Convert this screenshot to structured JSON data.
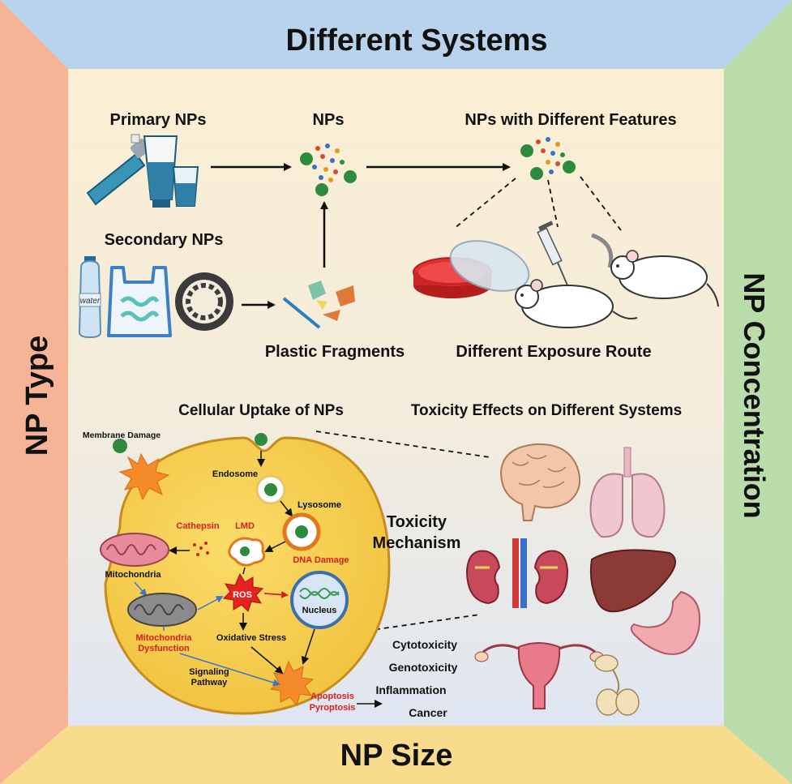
{
  "frame": {
    "top": "Different Systems",
    "bottom": "NP Size",
    "left": "NP Type",
    "right": "NP Concentration"
  },
  "sources": {
    "primary": "Primary NPs",
    "secondary": "Secondary NPs",
    "water_text": "water",
    "fragments": "Plastic Fragments"
  },
  "nps": {
    "center": "NPs",
    "features": "NPs with Different Features",
    "exposure": "Different Exposure Route"
  },
  "cell": {
    "uptake": "Cellular Uptake of NPs",
    "membrane_damage": "Membrane Damage",
    "endosome": "Endosome",
    "lysosome": "Lysosome",
    "cathepsin": "Cathepsin",
    "lmd": "LMD",
    "mitochondria": "Mitochondria",
    "ros": "ROS",
    "dna_damage": "DNA Damage",
    "nucleus": "Nucleus",
    "mito_dysfunction_1": "Mitochondria",
    "mito_dysfunction_2": "Dysfunction",
    "oxidative_stress": "Oxidative Stress",
    "signaling_1": "Signaling",
    "signaling_2": "Pathway",
    "apoptosis": "Apoptosis",
    "pyroptosis": "Pyroptosis"
  },
  "toxicity": {
    "systems": "Toxicity Effects on Different Systems",
    "mechanism_1": "Toxicity",
    "mechanism_2": "Mechanism",
    "effects": [
      "Cytotoxicity",
      "Genotoxicity",
      "Inflammation",
      "Cancer"
    ]
  },
  "colors": {
    "top_band": "#b9d3ec",
    "bottom_band": "#f8dc8c",
    "left_band": "#f6b396",
    "right_band": "#b9dcaa",
    "cell_fill": "#f7cd4d",
    "np_green": "#2e8b3d",
    "accent_red": "#d61f1f"
  }
}
